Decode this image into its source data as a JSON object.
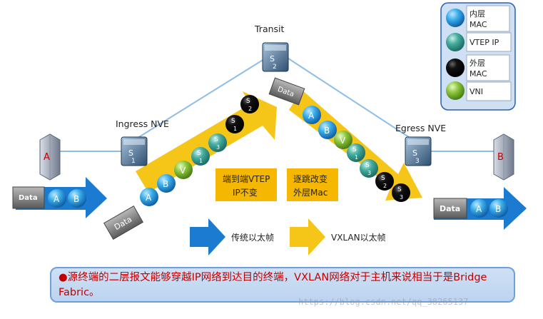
{
  "nodes": {
    "transit": "Transit",
    "ingress": "Ingress NVE",
    "egress": "Egress NVE",
    "host_a": "A",
    "host_b": "B"
  },
  "legend": [
    {
      "label": "内层\nMAC",
      "color": "#38a8e8"
    },
    {
      "label": "VTEP IP",
      "color": "#3aa89a"
    },
    {
      "label": "外层\nMAC",
      "color": "#111111"
    },
    {
      "label": "VNI",
      "color": "#8cc63f"
    }
  ],
  "packet": {
    "data": "Data",
    "a": "A",
    "b": "B",
    "v": "V",
    "s1": "S\n1",
    "s2": "S\n2",
    "s3": "S\n3",
    "out_data": "Data"
  },
  "callouts": {
    "left": "端到端VTEP\nIP不变",
    "right": "逐跳改变\n外层Mac"
  },
  "arrows_legend": {
    "traditional": "传统以太帧",
    "vxlan": "VXLAN以太帧"
  },
  "caption": "●源终端的二层报文能够穿越IP网络到达目的终端，VXLAN网络对于主机来说相当于是Bridge Fabric。",
  "watermark": "https://blog.csdn.net/qq_38265137",
  "colors": {
    "blue_arrow": "#1a7bd0",
    "yellow_arrow": "#f5c518",
    "inner_mac": "#38a8e8",
    "vtep_ip": "#3aa89a",
    "outer_mac": "#111111",
    "vni": "#8cc63f",
    "callout_bg": "#f5b700",
    "legend_bg": "#cfe0f5"
  }
}
